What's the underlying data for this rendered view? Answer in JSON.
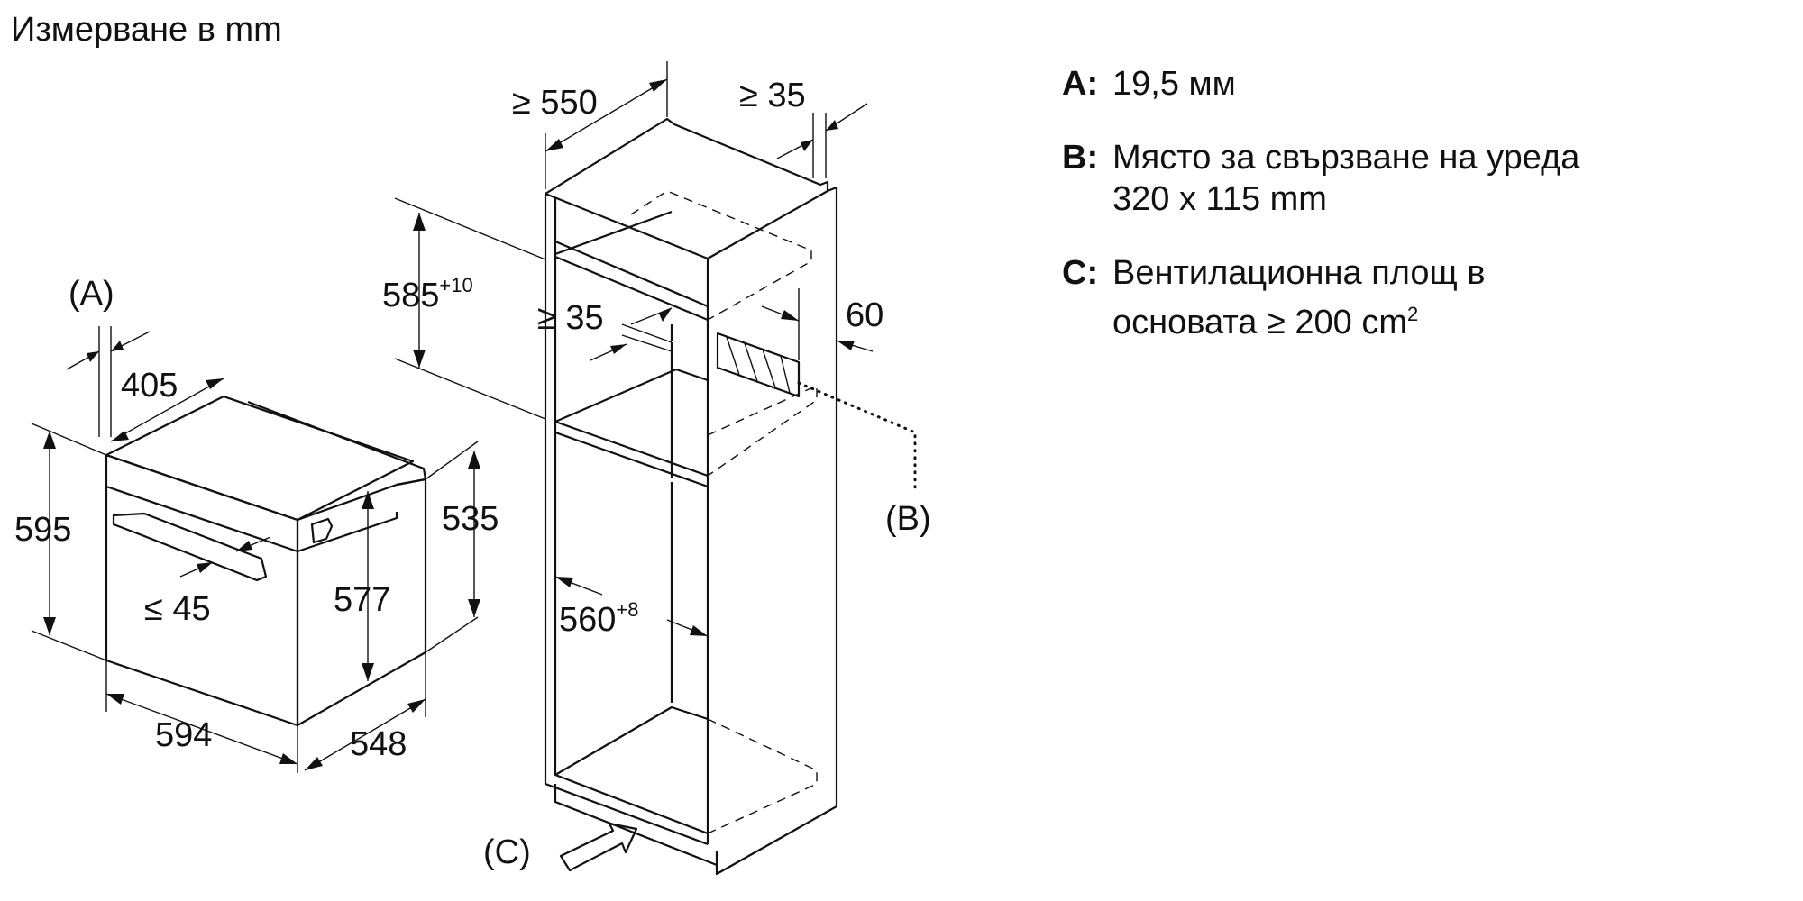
{
  "title": "Измерване в mm",
  "oven_dimensions": {
    "A_gap": "(A)",
    "depth_top": "405",
    "height_total": "595",
    "height_front": "577",
    "height_body": "535",
    "handle": "≤ 45",
    "width": "594",
    "depth": "548"
  },
  "cabinet_dimensions": {
    "depth_min": "≥ 550",
    "rear_gap": "≥ 35",
    "niche_height": "585",
    "niche_height_tol": "+10",
    "inner_gap": "≥ 35",
    "side_gap": "60",
    "niche_width": "560",
    "niche_width_tol": "+8",
    "callout_b": "(B)",
    "callout_c": "(C)"
  },
  "legend": [
    {
      "key": "A:",
      "lines": [
        "19,5 мм"
      ]
    },
    {
      "key": "B:",
      "lines": [
        "Място за свързване на уреда",
        "320 x 115 mm"
      ]
    },
    {
      "key": "C:",
      "lines": [
        "Вентилационна площ в",
        "основата ≥ 200 cm"
      ],
      "sup": "2"
    }
  ]
}
